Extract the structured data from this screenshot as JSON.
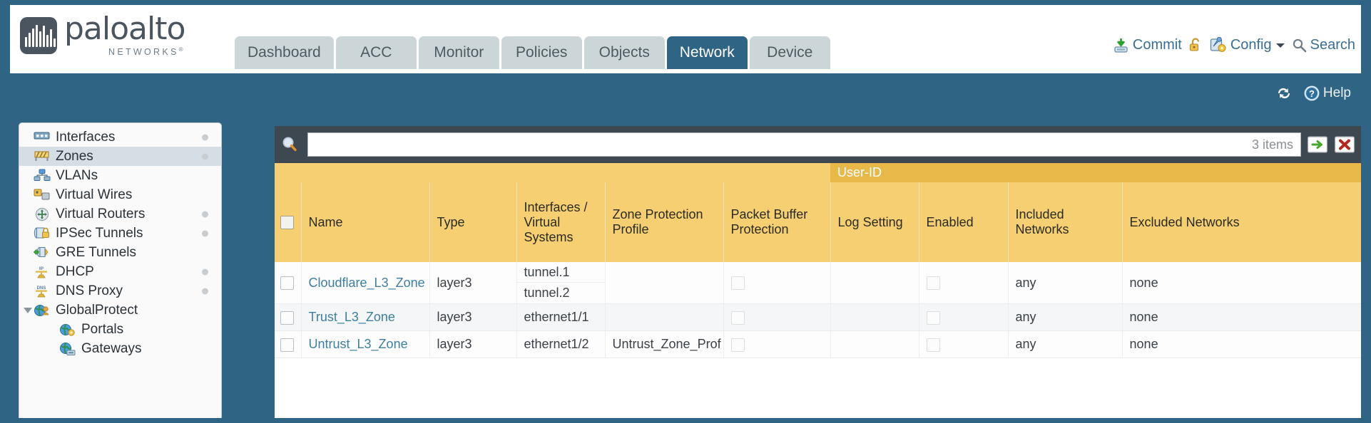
{
  "brand": {
    "name": "paloalto",
    "tagline": "NETWORKS",
    "registered": "®"
  },
  "nav": {
    "tabs": [
      {
        "label": "Dashboard",
        "active": false
      },
      {
        "label": "ACC",
        "active": false
      },
      {
        "label": "Monitor",
        "active": false
      },
      {
        "label": "Policies",
        "active": false
      },
      {
        "label": "Objects",
        "active": false
      },
      {
        "label": "Network",
        "active": true
      },
      {
        "label": "Device",
        "active": false
      }
    ]
  },
  "top_actions": {
    "commit": "Commit",
    "config": "Config",
    "search": "Search",
    "lock_icon": "lock-open-icon",
    "commit_icon": "commit-save-icon",
    "config_icon": "config-wrench-icon",
    "caret_icon": "chevron-down-icon",
    "search_icon": "search-magnifier-icon"
  },
  "strip": {
    "refresh_icon": "refresh-icon",
    "help_label": "Help",
    "help_icon": "help-question-icon"
  },
  "sidebar": {
    "items": [
      {
        "label": "Interfaces",
        "icon": "interfaces-icon",
        "selected": false,
        "dot": true,
        "child": false,
        "twisty": false
      },
      {
        "label": "Zones",
        "icon": "zones-icon",
        "selected": true,
        "dot": true,
        "child": false,
        "twisty": false
      },
      {
        "label": "VLANs",
        "icon": "vlans-icon",
        "selected": false,
        "dot": false,
        "child": false,
        "twisty": false
      },
      {
        "label": "Virtual Wires",
        "icon": "virtual-wires-icon",
        "selected": false,
        "dot": false,
        "child": false,
        "twisty": false
      },
      {
        "label": "Virtual Routers",
        "icon": "virtual-routers-icon",
        "selected": false,
        "dot": true,
        "child": false,
        "twisty": false
      },
      {
        "label": "IPSec Tunnels",
        "icon": "ipsec-tunnels-icon",
        "selected": false,
        "dot": true,
        "child": false,
        "twisty": false
      },
      {
        "label": "GRE Tunnels",
        "icon": "gre-tunnels-icon",
        "selected": false,
        "dot": false,
        "child": false,
        "twisty": false
      },
      {
        "label": "DHCP",
        "icon": "dhcp-icon",
        "selected": false,
        "dot": true,
        "child": false,
        "twisty": false
      },
      {
        "label": "DNS Proxy",
        "icon": "dns-proxy-icon",
        "selected": false,
        "dot": true,
        "child": false,
        "twisty": false
      },
      {
        "label": "GlobalProtect",
        "icon": "globalprotect-icon",
        "selected": false,
        "dot": false,
        "child": false,
        "twisty": true
      },
      {
        "label": "Portals",
        "icon": "portals-icon",
        "selected": false,
        "dot": false,
        "child": true,
        "twisty": false
      },
      {
        "label": "Gateways",
        "icon": "gateways-icon",
        "selected": false,
        "dot": false,
        "child": true,
        "twisty": false
      }
    ]
  },
  "search": {
    "value": "",
    "placeholder": "",
    "items_count": "3 items",
    "apply_icon": "green-arrow-apply-icon",
    "clear_icon": "red-x-clear-icon",
    "icon": "search-magnifier-icon"
  },
  "table": {
    "group_header": "User-ID",
    "columns": [
      "Name",
      "Type",
      "Interfaces / Virtual Systems",
      "Zone Protection Profile",
      "Packet Buffer Protection",
      "Log Setting",
      "Enabled",
      "Included Networks",
      "Excluded Networks"
    ],
    "rows": [
      {
        "name": "Cloudflare_L3_Zone",
        "type": "layer3",
        "interfaces": [
          "tunnel.1",
          "tunnel.2"
        ],
        "zone_protection_profile": "",
        "packet_buffer_protection": false,
        "log_setting": "",
        "userid_enabled": false,
        "included_networks": "any",
        "excluded_networks": "none"
      },
      {
        "name": "Trust_L3_Zone",
        "type": "layer3",
        "interfaces": [
          "ethernet1/1"
        ],
        "zone_protection_profile": "",
        "packet_buffer_protection": false,
        "log_setting": "",
        "userid_enabled": false,
        "included_networks": "any",
        "excluded_networks": "none"
      },
      {
        "name": "Untrust_L3_Zone",
        "type": "layer3",
        "interfaces": [
          "ethernet1/2"
        ],
        "zone_protection_profile": "Untrust_Zone_Prof",
        "packet_buffer_protection": false,
        "log_setting": "",
        "userid_enabled": false,
        "included_networks": "any",
        "excluded_networks": "none"
      }
    ]
  },
  "colors": {
    "header_blue": "#2f6485",
    "table_header_yellow": "#f6cf72",
    "group_header_yellow": "#e8b949",
    "link_blue": "#3d7fa0",
    "toolbar_dark": "#3e4850"
  }
}
